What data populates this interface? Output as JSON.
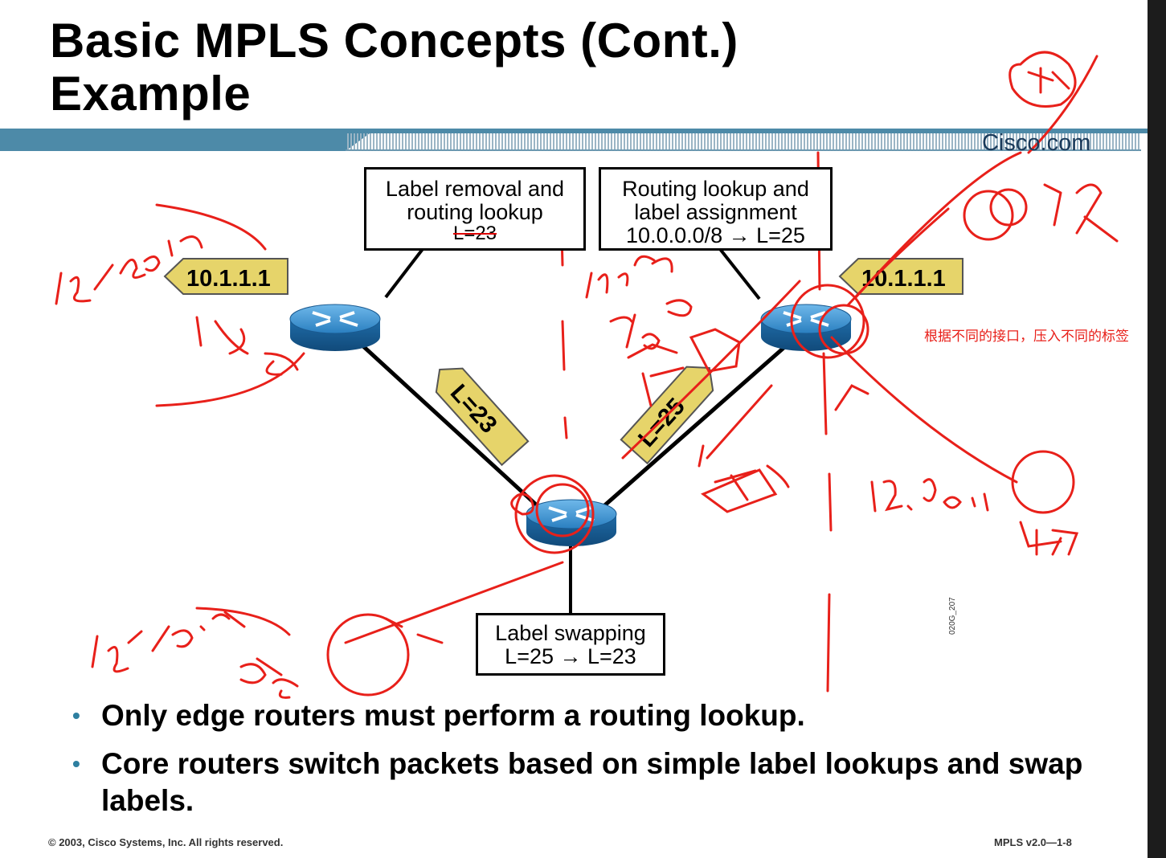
{
  "title": {
    "line1": "Basic MPLS Concepts (Cont.)",
    "line2": "Example"
  },
  "brand": "Cisco.com",
  "callouts": {
    "left_box": {
      "line1": "Label removal and",
      "line2": "routing lookup",
      "line3": "L=23"
    },
    "right_box": {
      "line1": "Routing lookup and",
      "line2": "label assignment",
      "line3": "10.0.0.0/8 → L=25"
    },
    "bottom_box": {
      "line1": "Label swapping",
      "line2": "L=25 → L=23"
    }
  },
  "tags": {
    "left_ip": "10.1.1.1",
    "right_ip": "10.1.1.1",
    "left_label": "L=23",
    "right_label": "L=25"
  },
  "annotation": "根据不同的接口，压入不同的标签",
  "slide_code": "020G_207",
  "bullets": [
    "Only edge routers must perform a routing lookup.",
    "Core routers switch packets based on simple label lookups and swap labels."
  ],
  "footer": {
    "copyright": "© 2003, Cisco Systems, Inc. All rights reserved.",
    "version": "MPLS v2.0—1-8"
  },
  "colors": {
    "header_band": "#4d8aa8",
    "tag_fill": "#e6d46a",
    "router_blue": "#2a7fc0",
    "ink_red": "#e8201a",
    "bullet_dot": "#2e7fa0"
  }
}
